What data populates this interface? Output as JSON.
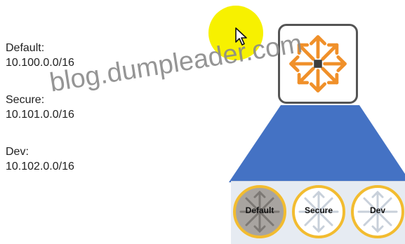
{
  "networks": [
    {
      "name": "Default:",
      "cidr": "10.100.0.0/16"
    },
    {
      "name": "Secure:",
      "cidr": "10.101.0.0/16"
    },
    {
      "name": "Dev:",
      "cidr": "10.102.0.0/16"
    }
  ],
  "scopes": [
    {
      "label": "Default",
      "fill": "#a8a4a0"
    },
    {
      "label": "Secure",
      "fill": "#ffffff"
    },
    {
      "label": "Dev",
      "fill": "#ffffff"
    }
  ],
  "colors": {
    "highlight": "#f7f100",
    "router_arrows": "#f0902a",
    "scope_ring": "#f2bc30",
    "funnel": "#4472c4"
  },
  "icons": {
    "router": "router-arrows-icon",
    "cursor": "mouse-cursor-icon"
  },
  "watermark": "blog.dumpleader.com"
}
